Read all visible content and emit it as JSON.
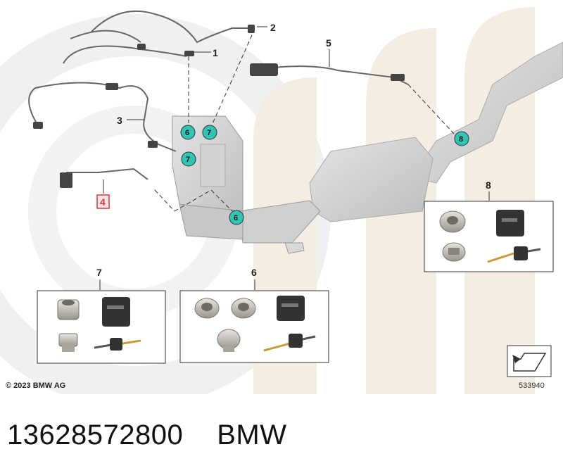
{
  "diagram": {
    "callouts": [
      "1",
      "2",
      "3",
      "4",
      "5"
    ],
    "badges": [
      "6",
      "7",
      "7",
      "6",
      "8"
    ],
    "boxes": [
      {
        "title": "8"
      },
      {
        "title": "7"
      },
      {
        "title": "6"
      }
    ],
    "copyright": "© 2023 BMW AG",
    "diagram_number": "533940"
  },
  "footer": {
    "part_number": "13628572800",
    "brand": "BMW"
  },
  "colors": {
    "badge_fill": "#2ec4b6",
    "highlight_box": "#d9383a",
    "watermark": "#f3e6d6"
  }
}
